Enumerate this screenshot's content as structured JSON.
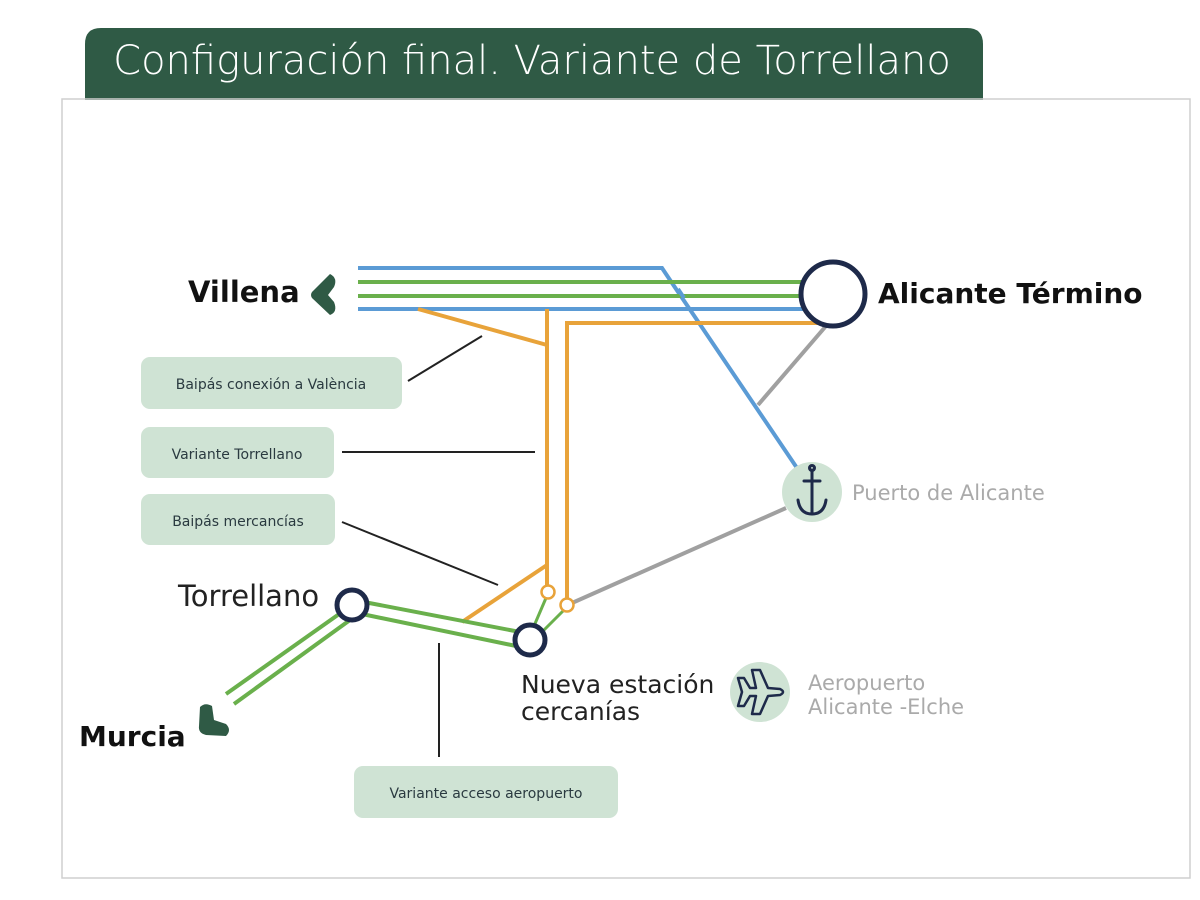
{
  "title": "Configuración final. Variante de Torrellano",
  "colors": {
    "header": "#2f5a45",
    "blue": "#5b9bd5",
    "green": "#6ab04c",
    "orange": "#e8a33a",
    "gray": "#a0a0a0",
    "station": "#1e2a4a",
    "callout": "#cfe3d4"
  },
  "stations": {
    "villena": "Villena",
    "alicante": "Alicante Término",
    "torrellano": "Torrellano",
    "murcia": "Murcia",
    "nueva_line1": "Nueva estación",
    "nueva_line2": "cercanías",
    "puerto": "Puerto de Alicante",
    "aeropuerto_line1": "Aeropuerto",
    "aeropuerto_line2": "Alicante -Elche"
  },
  "callouts": {
    "baipas_valencia": "Baipás conexión a València",
    "variante_torrellano": "Variante Torrellano",
    "baipas_mercancias": "Baipás mercancías",
    "variante_aeropuerto": "Variante acceso aeropuerto"
  },
  "icons": {
    "puerto": "anchor-icon",
    "aeropuerto": "airplane-icon"
  }
}
